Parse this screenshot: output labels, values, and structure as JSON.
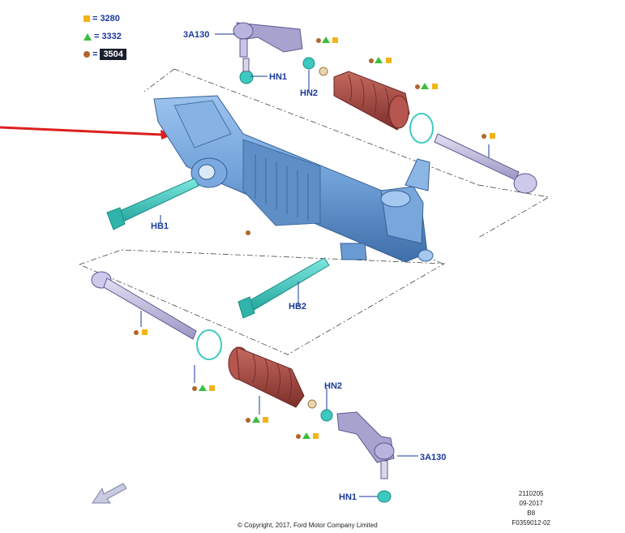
{
  "legend": [
    {
      "symbol": "square-icon",
      "value": "3280",
      "color": "#f2b418"
    },
    {
      "symbol": "triangle-icon",
      "value": "3332",
      "color": "#3bbf3b"
    },
    {
      "symbol": "dot-icon",
      "value": "3504",
      "color": "#b0662a",
      "highlighted": true
    }
  ],
  "callouts": {
    "tie_rod_end_top": "3A130",
    "nut_top": "HN1",
    "jam_nut_top": "HN2",
    "bolt_1": "HB1",
    "bolt_2": "HB2",
    "jam_nut_bottom": "HN2",
    "tie_rod_end_bottom": "3A130",
    "nut_bottom": "HN1"
  },
  "meta": {
    "line1": "2110205",
    "line2": "09-2017",
    "line3": "B8",
    "line4": "F0359012-02"
  },
  "copyright": "© Copyright, 2017, Ford Motor Company Limited",
  "colors": {
    "rack_housing": "#6fa0d8",
    "boot": "#a8463f",
    "bolt": "#3ec9c0",
    "tie_rod": "#b9b4d6",
    "indicator_arrow": "#dd1f1f"
  }
}
